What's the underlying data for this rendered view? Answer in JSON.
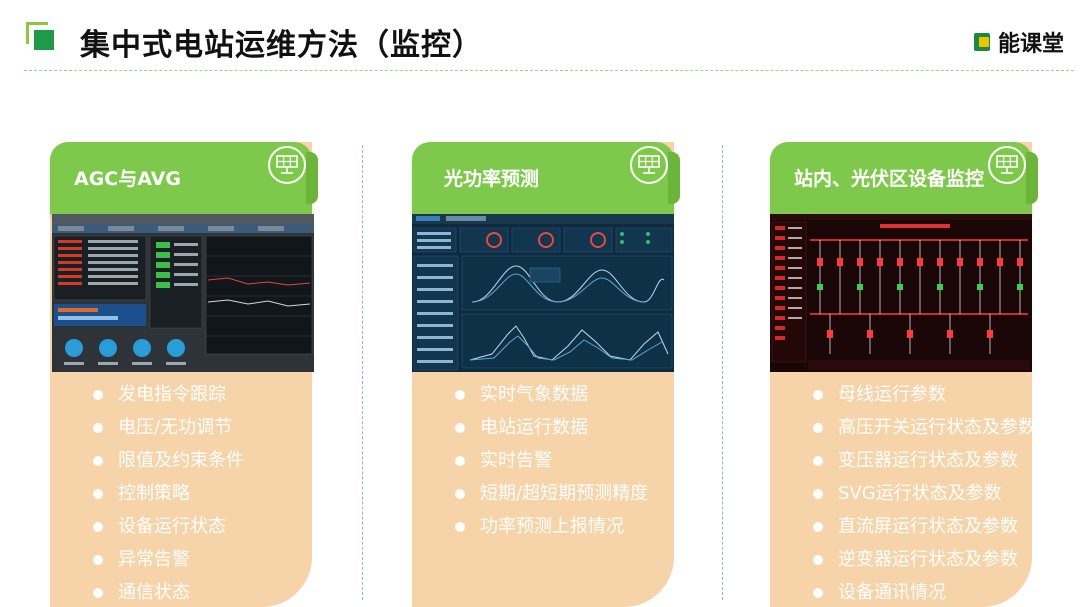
{
  "header": {
    "title": "集中式电站运维方法（监控）",
    "brand": "能课堂"
  },
  "colors": {
    "card_header": "#7ec94b",
    "card_body": "#f6d3a8",
    "accent_dark": "#1f9a48",
    "accent_light": "#8dc63f"
  },
  "cards": [
    {
      "title": "AGC与AVG",
      "icon": "solar-panel-icon",
      "items": [
        "发电指令跟踪",
        "电压/无功调节",
        "限值及约束条件",
        "控制策略",
        "设备运行状态",
        "异常告警",
        "通信状态"
      ]
    },
    {
      "title": "光功率预测",
      "icon": "solar-panel-icon",
      "items": [
        "实时气象数据",
        "电站运行数据",
        "实时告警",
        "短期/超短期预测精度",
        "功率预测上报情况"
      ]
    },
    {
      "title": "站内、光伏区设备监控",
      "icon": "solar-panel-icon",
      "items": [
        "母线运行参数",
        "高压开关运行状态及参数",
        "变压器运行状态及参数",
        "SVG运行状态及参数",
        "直流屏运行状态及参数",
        "逆变器运行状态及参数",
        "设备通讯情况"
      ]
    }
  ]
}
